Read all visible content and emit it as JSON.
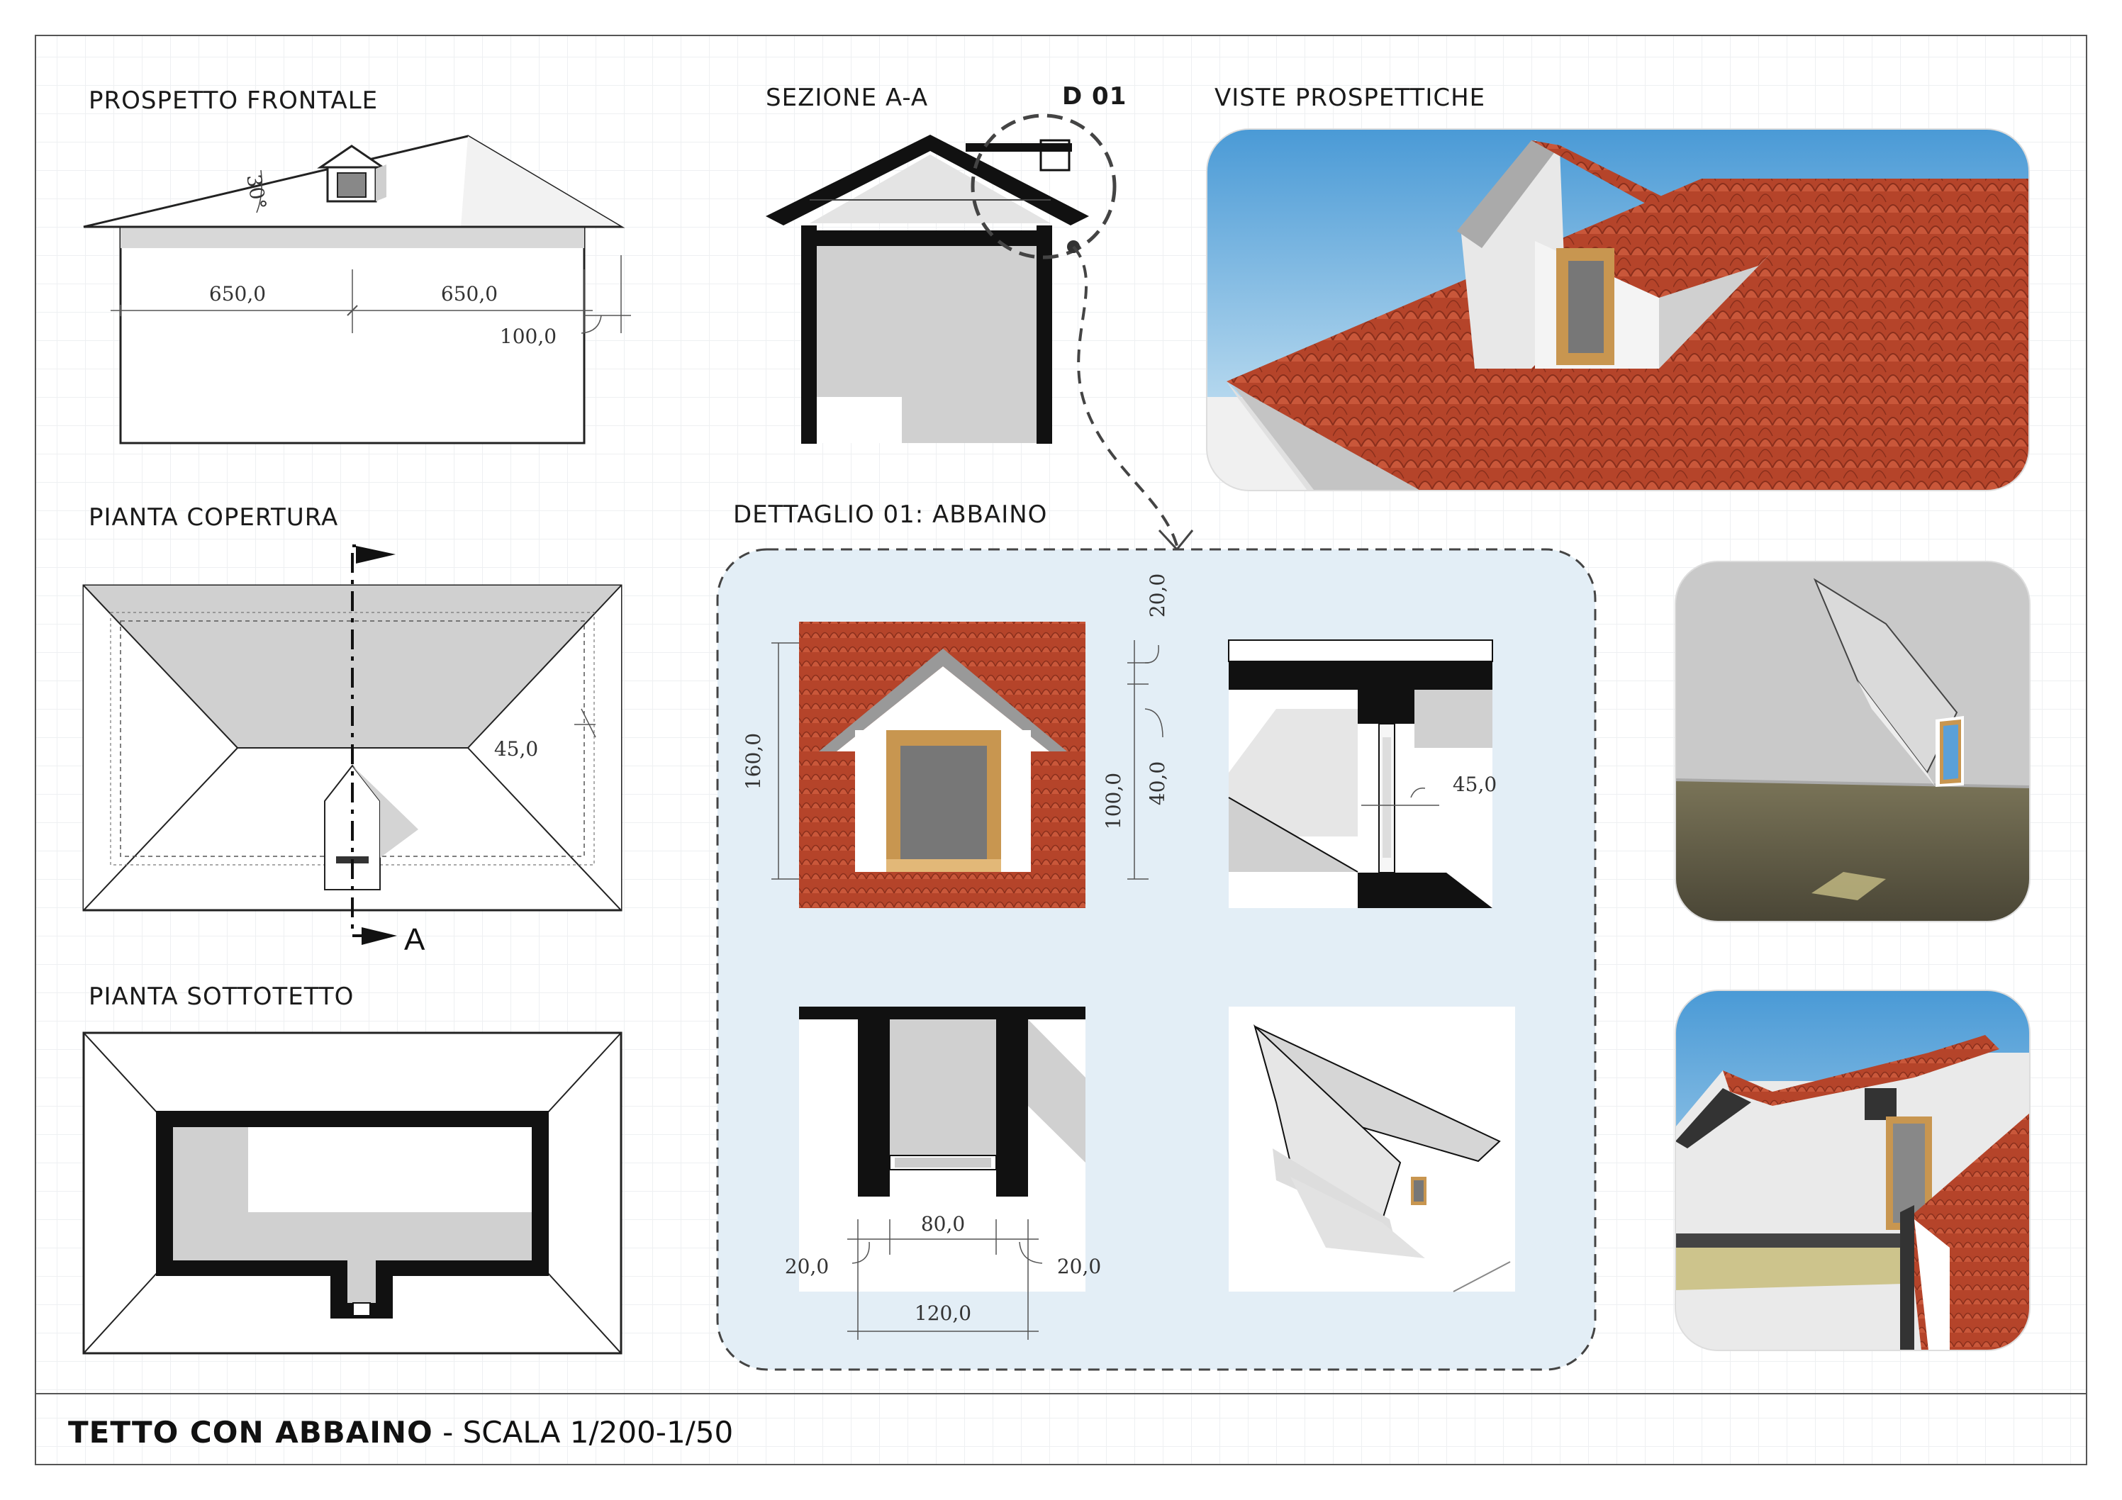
{
  "sheet": {
    "labels": {
      "front_elevation": "PROSPETTO FRONTALE",
      "section": "SEZIONE A-A",
      "detail_callout": "D 01",
      "perspective_views": "VISTE PROSPETTICHE",
      "roof_plan": "PIANTA COPERTURA",
      "detail_title": "DETTAGLIO 01: ABBAINO",
      "attic_plan": "PIANTA SOTTOTETTO",
      "section_marker": "A"
    },
    "title": {
      "main": "TETTO CON ABBAINO",
      "separator": " - ",
      "scale": "SCALA 1/200-1/50"
    }
  },
  "dimensions": {
    "roof_angle": "30°",
    "span_left": "650,0",
    "span_right": "650,0",
    "overhang": "100,0",
    "roof_plan_offset": "45,0",
    "dormer_top": "20,0",
    "dormer_height": "160,0",
    "dormer_window": "100,0",
    "dormer_sill": "40,0",
    "section_depth": "45,0",
    "window_width": "80,0",
    "wall_left": "20,0",
    "wall_right": "20,0",
    "total_width": "120,0"
  },
  "colors": {
    "tile": "#b5442a",
    "sky_top": "#4a9ad6",
    "sky_bottom": "#d8ecf6",
    "detail_bg": "#e3eef6",
    "wall_fill": "#d0d0d0",
    "frame": "#c89650"
  }
}
